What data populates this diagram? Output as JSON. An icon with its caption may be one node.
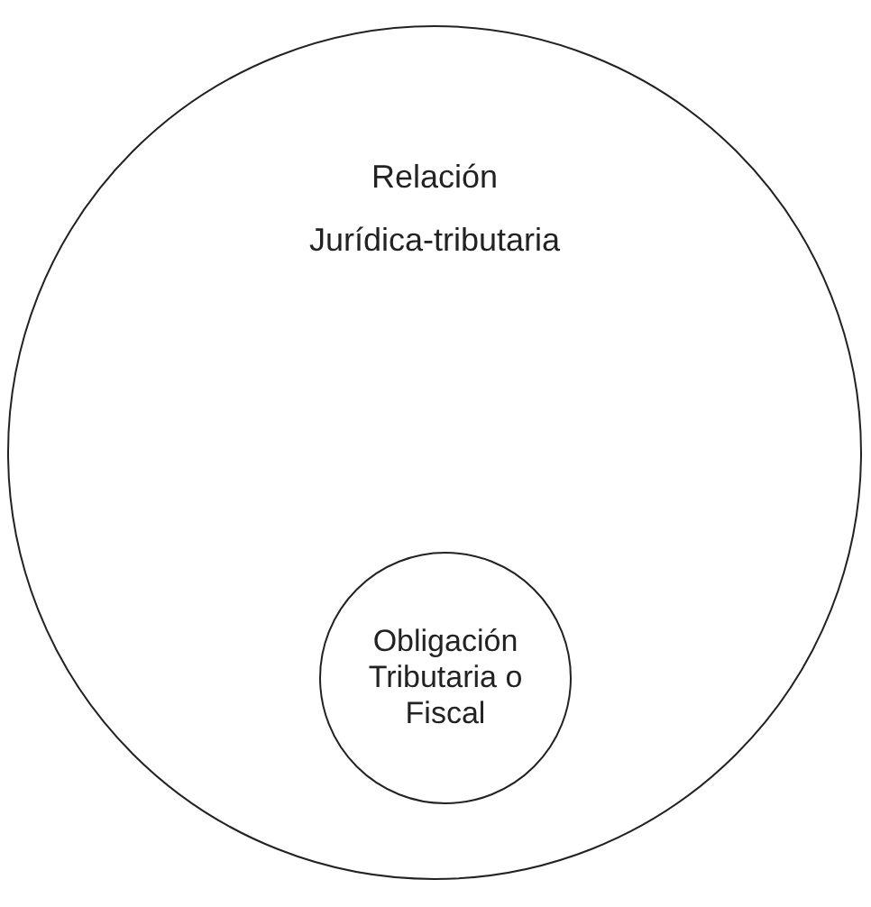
{
  "diagram": {
    "nodes": [
      {
        "text": [
          "Relación Jurídica-tributaria"
        ]
      },
      {
        "text": [
          "Obligación Tributaria o Fiscal"
        ],
        "in": 0
      }
    ]
  }
}
